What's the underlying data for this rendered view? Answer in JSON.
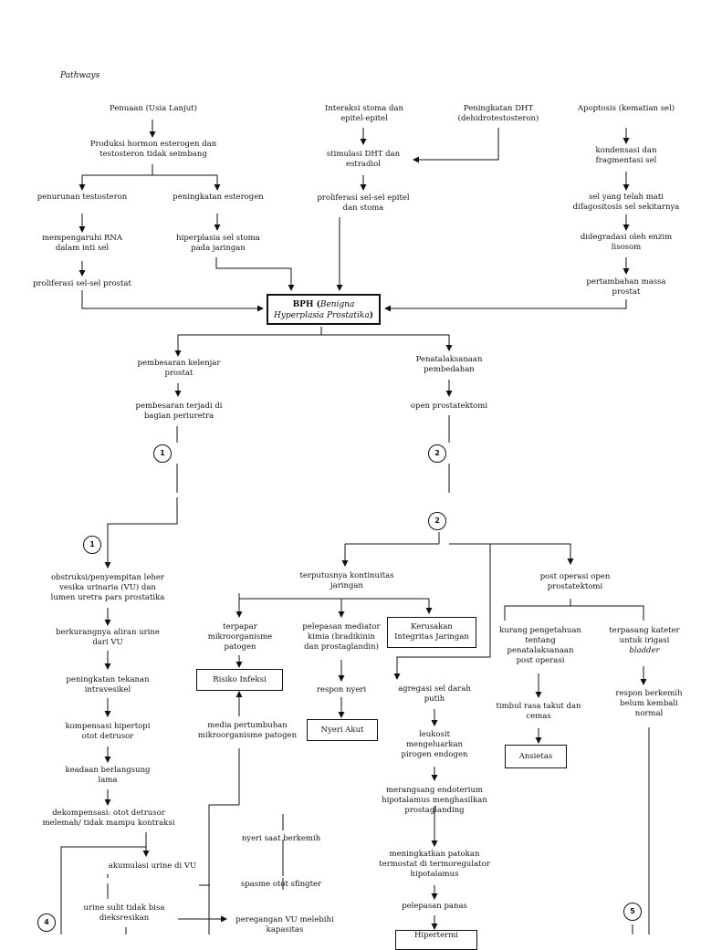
{
  "title": "Pathways",
  "bph": {
    "prefix": "BPH (",
    "italic": "Benigna Hyperplasia Prostatika",
    "suffix": ")"
  },
  "nodes": {
    "n1": "Penuaan (Usia Lanjut)",
    "n2": "Produksi hormon esterogen dan\ntestosteron tidak seimbang",
    "n3": "penurunan testosteron",
    "n4": "peningkatan esterogen",
    "n5": "mempengaruhi RNA\ndalam inti sel",
    "n6": "hiperplasia sel stoma\npada jaringan",
    "n7": "proliferasi sel-sel prostat",
    "n8": "Interaksi stoma dan\nepitel-epitel",
    "n9": "Peningkatan DHT\n(dehidrotestosteron)",
    "n10": "stimulasi DHT dan\nestradiol",
    "n11": "proliferasi sel-sel epitel\ndan stoma",
    "n12": "Apoptosis (kematian sel)",
    "n13": "kondensasi dan\nfragmentasi sel",
    "n14": "sel yang telah mati\ndifagositosis sel sekitarnya",
    "n15": "didegradasi oleh enzim\nlisosom",
    "n16": "pertambahan massa\nprostat",
    "n17": "pembesaran kelenjar\nprostat",
    "n18": "pembesaran terjadi di\nbagian periuretra",
    "n19": "Penatalaksanaan\npembedahan",
    "n20": "open prostatektomi",
    "n21": "obstruksi/penyempitan leher\nvesika urinaria (VU) dan\nlumen uretra pars prostatika",
    "n22": "berkurangnya aliran urine\ndari VU",
    "n23": "peningkatan tekanan\nintravesikel",
    "n24": "kompensasi hipertopi\notot detrusor",
    "n25": "keadaan berlangsung\nlama",
    "n26": "dekompensasi: otot detrusor\nmelemah/ tidak mampu kontraksi",
    "n27": "akumulasi urine di VU",
    "n28": "urine sulit tidak bisa\ndieksresikan",
    "n29": "terputusnya kontinuitas\njaringan",
    "n30": "post operasi open\nprostatektomi",
    "n31": "terpapar\nmikroorganisme\npatogen",
    "n32": "pelepasan mediator\nkimia (bradikinin\ndan prostaglandin)",
    "n33": "respon nyeri",
    "n34": "media pertumbuhan\nmikroorganisme patogen",
    "n35": "agregasi sel darah\nputih",
    "n36": "leukosit\nmengeluarkan\npirogen endogen",
    "n37": "merangsang endoterium\nhipotalamus menghasilkan\nprostaglanding",
    "n38": "meningkatkan patokan\ntermostat di termoregulator\nhipotalamus",
    "n39": "pelepasan panas",
    "n40": "nyeri saat berkemih",
    "n41": "spasme otot sfingter",
    "n42": "peregangan VU melebihi\nkapasitas",
    "n43": "kurang pengetahuan\ntentang\npenatalaksanaan\npost operasi",
    "n44": "timbul rasa takut dan\ncemas",
    "n45_prefix": "terpasang kateter\nuntuk irigasi",
    "n45_italic": "bladder",
    "n46": "respon berkemih\nbelum kembali\nnormal"
  },
  "diagnoses": {
    "risiko_infeksi": "Risiko Infeksi",
    "nyeri_akut": "Nyeri Akut",
    "kerusakan_integritas": "Kerusakan\nIntegritas Jaringan",
    "ansietas": "Ansietas",
    "hipertermi": "Hipertermi"
  },
  "connectors": {
    "c1a": "1",
    "c1b": "1",
    "c2a": "2",
    "c2b": "2",
    "c4": "4",
    "c5": "5"
  }
}
